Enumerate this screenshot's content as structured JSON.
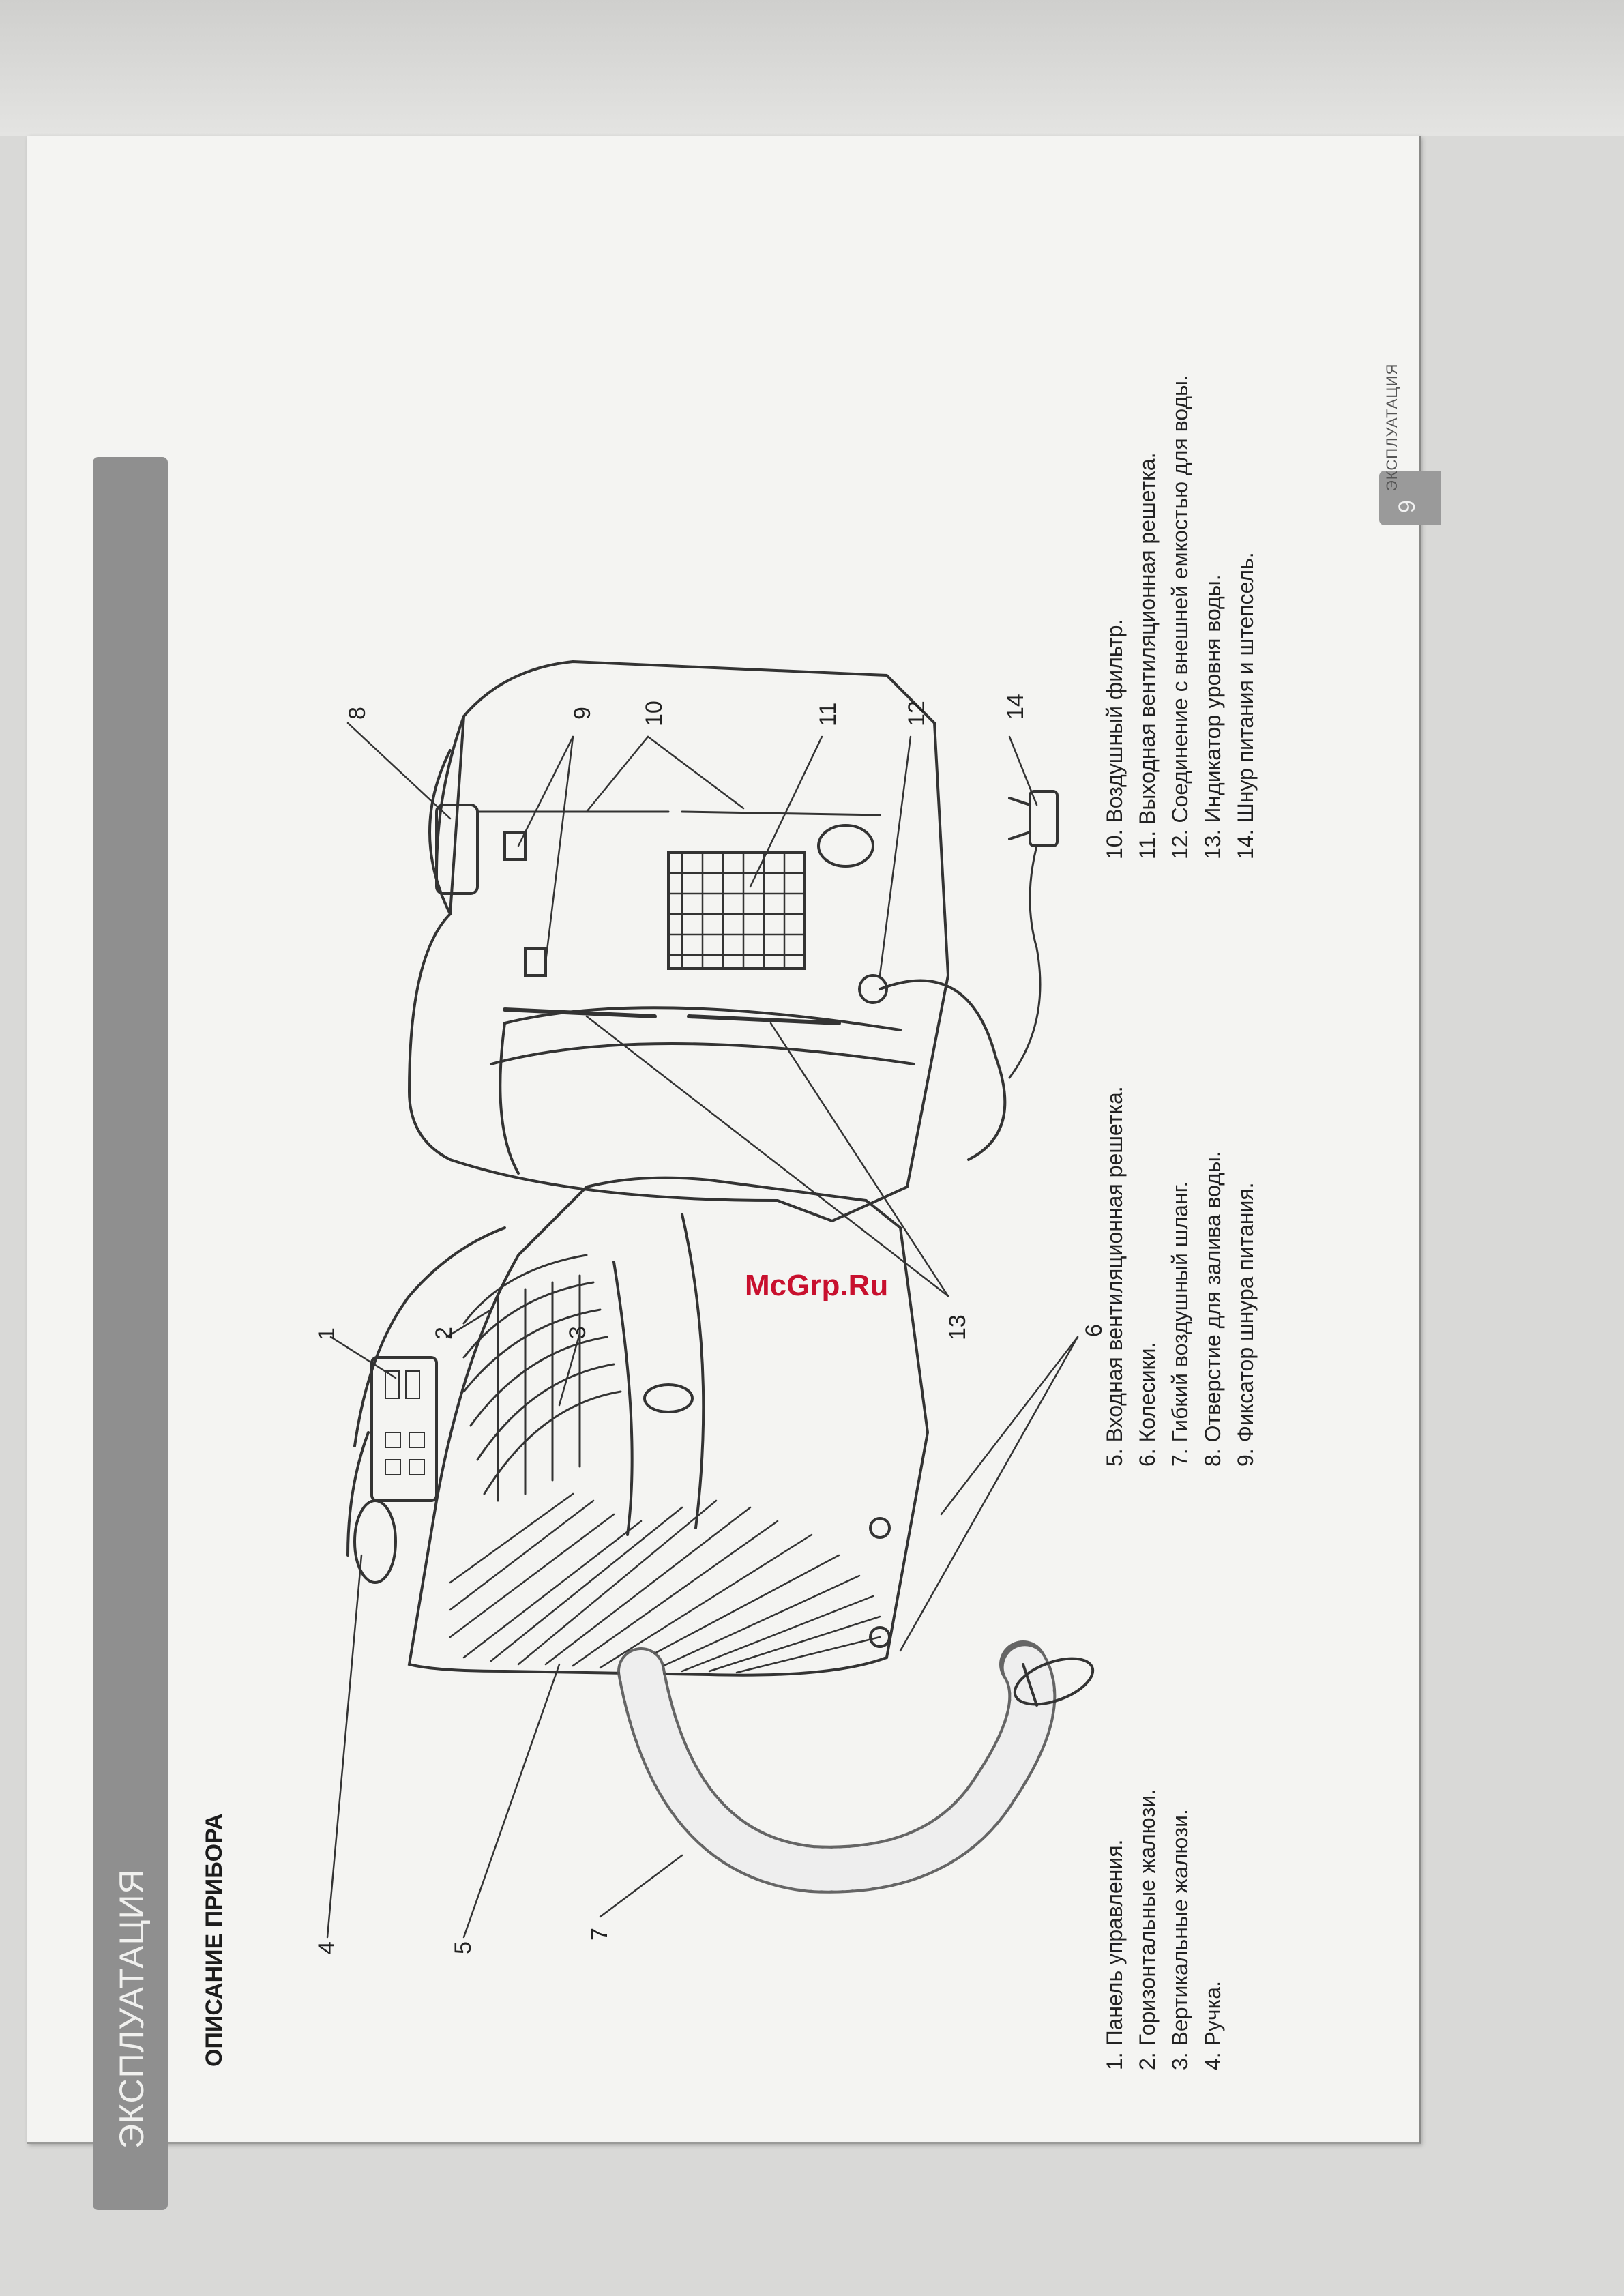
{
  "section_title": "ЭКСПЛУАТАЦИЯ",
  "heading": "ОПИСАНИЕ ПРИБОРА",
  "parts_col1": [
    "1. Панель управления.",
    "2. Горизонтальные жалюзи.",
    "3. Вертикальные жалюзи.",
    "4. Ручка."
  ],
  "parts_col2": [
    "5. Входная вентиляционная решетка.",
    "6. Колесики.",
    "7. Гибкий воздушный шланг.",
    "8. Отверстие для залива воды.",
    "9. Фиксатор шнура питания."
  ],
  "parts_col3": [
    "10. Воздушный фильтр.",
    "11. Выходная вентиляционная решетка.",
    "12. Соединение с внешней емкостью для воды.",
    "13. Индикатор уровня воды.",
    "14. Шнур питания и штепсель."
  ],
  "callouts": [
    "1",
    "2",
    "3",
    "4",
    "5",
    "6",
    "7",
    "8",
    "9",
    "10",
    "11",
    "12",
    "13",
    "14"
  ],
  "footer": {
    "page_number": "9",
    "label": "ЭКСПЛУАТАЦИЯ"
  },
  "watermark": "McGrp.Ru"
}
